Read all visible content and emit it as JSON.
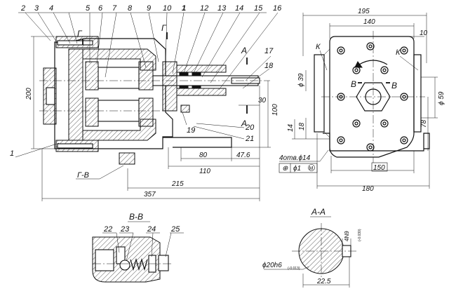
{
  "callouts": [
    "1",
    "2",
    "3",
    "4",
    "5",
    "6",
    "7",
    "8",
    "9",
    "10",
    "1",
    "12",
    "13",
    "14",
    "15",
    "16",
    "17",
    "18",
    "19",
    "20",
    "21",
    "22",
    "23",
    "24",
    "25"
  ],
  "dimensions": {
    "d200": "200",
    "d357": "357",
    "d215": "215",
    "d80": "80",
    "d110": "110",
    "d476": "47.6",
    "d30": "30",
    "d100": "100",
    "d14": "14",
    "d18": "18",
    "d195": "195",
    "d140": "140",
    "d10": "10",
    "dphi39": "ϕ 39",
    "dphi59": "ϕ 59",
    "d78": "78",
    "d150": "150",
    "d180": "180",
    "d225": "22.5",
    "dshaft": "ϕ20h6",
    "dshaft_tol": "(-0.013)",
    "dkey": "4N9",
    "dkey_tol": "(-0.030)"
  },
  "notes": {
    "holes": "4отв.ϕ14",
    "tolerance_sym": "⊕",
    "tolerance_val": "ϕ1",
    "tolerance_mod": "M",
    "section_gv": "Г-В",
    "letter_g1": "Г",
    "letter_g2": "Г",
    "letter_k1": "К",
    "letter_k2": "К",
    "letter_a1": "А",
    "letter_a2": "А",
    "letter_b1": "В",
    "letter_b2": "В",
    "view_bb": "В-В",
    "view_aa": "А-А"
  }
}
